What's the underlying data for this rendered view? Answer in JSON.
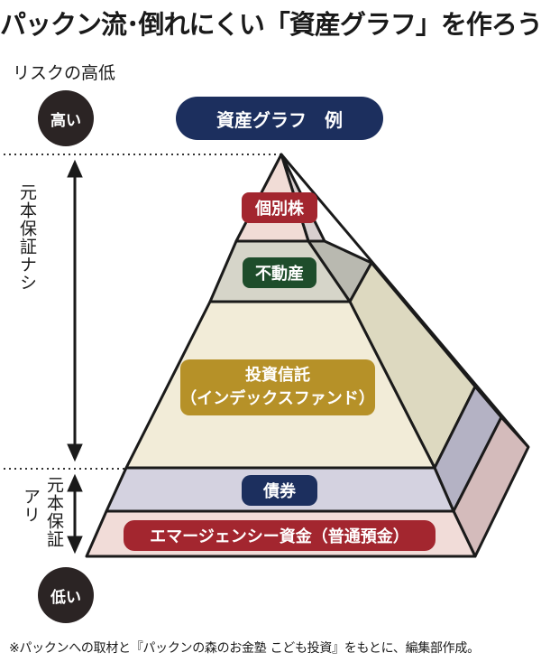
{
  "title": "パックン流･倒れにくい「資産グラフ」を作ろう",
  "axis": {
    "label": "リスクの高低",
    "high": "高い",
    "low": "低い"
  },
  "header_pill": "資産グラフ　例",
  "brackets": {
    "no_guarantee": "元本保証ナシ",
    "guarantee_line1": "元本保証",
    "guarantee_line2": "アリ"
  },
  "layers": {
    "kobetsu": "個別株",
    "fudosan": "不動産",
    "toushin_line1": "投資信託",
    "toushin_line2": "（インデックスファンド）",
    "saiken": "債券",
    "emergency": "エマージェンシー資金（普通預金）"
  },
  "footnote": "※パックンへの取材と『パックンの森のお金塾 こども投資』をもとに、編集部作成。",
  "colors": {
    "navy": "#1c2f5e",
    "red": "#a3262f",
    "green": "#1e4d2b",
    "gold": "#b69128",
    "dark_circle": "#2b2424"
  }
}
